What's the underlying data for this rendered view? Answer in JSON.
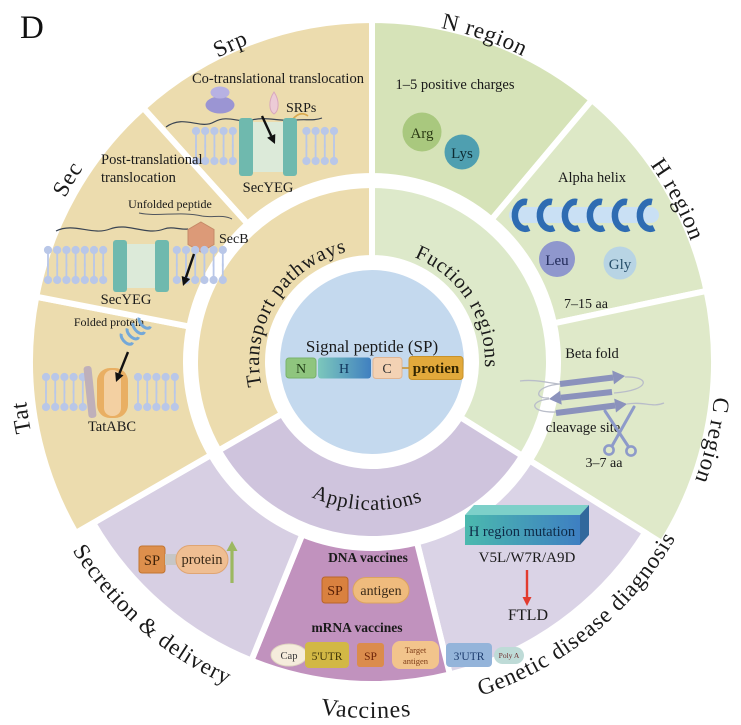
{
  "figure_label": "D",
  "colors": {
    "tan": "#ecdcae",
    "green_n": "#d6e3b8",
    "green_h": "#dde8c6",
    "green_c": "#dfe9c9",
    "purple_light": "#d7cfe3",
    "purple_genetic": "#dad3e6",
    "mauve": "#c192be",
    "inner_tan": "#ecdcae",
    "inner_green": "#dde9ca",
    "inner_purple": "#cfc4dd",
    "center_blue": "#c4d9ee",
    "membrane": "#b9c7e8",
    "channel_teal": "#6fb9ae",
    "channel_inner": "#dcead9",
    "ribosome": "#9b95d3",
    "ribosome_top": "#b7b1e3",
    "srp_flame": "#eccbd6",
    "secb": "#dc9a78",
    "tat_channel": "#e9af63",
    "tat_channel_inner": "#f3d0a2",
    "tat_slab": "#bfb0ba",
    "coil_blue": "#74a8d8",
    "arg": "#a9c87e",
    "lys": "#4f9fb0",
    "leu": "#8f97cd",
    "gly": "#b8d4e4",
    "helix_dark": "#2e6cb2",
    "helix_light": "#c9e0f4",
    "beta_arrow": "#8b92bc",
    "scissors": "#8d9ac9",
    "sp_orange": "#dd8f4c",
    "protein_pill": "#efbe92",
    "antigen_pill": "#efbb7d",
    "green_arrow": "#9cb860",
    "red_arrow": "#e23b2e",
    "cap": "#f5ecdc",
    "utr5": "#d2b845",
    "utr3": "#94b4da",
    "polya": "#bedbd7",
    "target": "#f2c48c",
    "bar_n": "#8fc57e",
    "bar_h1": "#7cc7bc",
    "bar_h2": "#4080c0",
    "bar_c": "#f3d2b4",
    "bar_protien": "#e2a93b",
    "mutation_box1": "#4bb9ae",
    "mutation_box2": "#3e7fc2"
  },
  "rings": {
    "inner": [
      {
        "id": "transport",
        "label": "Transport pathways"
      },
      {
        "id": "fuction",
        "label": "Fuction regions"
      },
      {
        "id": "applications",
        "label": "Applications"
      }
    ],
    "outer": [
      {
        "id": "srp",
        "label": "Srp"
      },
      {
        "id": "n",
        "label": "N region"
      },
      {
        "id": "h",
        "label": "H region"
      },
      {
        "id": "c",
        "label": "C region"
      },
      {
        "id": "genetic",
        "label": "Genetic disease diagnosis"
      },
      {
        "id": "vaccines",
        "label": "Vaccines"
      },
      {
        "id": "secretion",
        "label": "Secretion & delivery"
      },
      {
        "id": "tat",
        "label": "Tat"
      },
      {
        "id": "sec",
        "label": "Sec"
      }
    ]
  },
  "center": {
    "title": "Signal peptide (SP)",
    "n": "N",
    "h": "H",
    "c": "C",
    "protein": "protien"
  },
  "srp_section": {
    "title": "Co-translational translocation",
    "srps": "SRPs",
    "channel": "SecYEG"
  },
  "sec_section": {
    "title_line1": "Post-translational",
    "title_line2": "translocation",
    "peptide": "Unfolded peptide",
    "chaperone": "SecB",
    "channel": "SecYEG"
  },
  "tat_section": {
    "protein": "Folded protein",
    "channel": "TatABC"
  },
  "n_section": {
    "title": "1–5 positive charges",
    "aa1": "Arg",
    "aa2": "Lys"
  },
  "h_section": {
    "title": "Alpha helix",
    "aa1": "Leu",
    "aa2": "Gly",
    "length": "7–15 aa"
  },
  "c_section": {
    "fold": "Beta fold",
    "cleavage": "cleavage site",
    "length": "3–7 aa"
  },
  "secretion_section": {
    "sp": "SP",
    "protein": "protein"
  },
  "vaccines_section": {
    "dna_title": "DNA vaccines",
    "dna_sp": "SP",
    "dna_antigen": "antigen",
    "mrna_title": "mRNA vaccines",
    "cap": "Cap",
    "utr5": "5'UTR",
    "sp": "SP",
    "target_line1": "Target",
    "target_line2": "antigen",
    "utr3": "3'UTR",
    "polya": "Poly A"
  },
  "genetic_section": {
    "box": "H region mutation",
    "mutations": "V5L/W7R/A9D",
    "disease": "FTLD"
  }
}
